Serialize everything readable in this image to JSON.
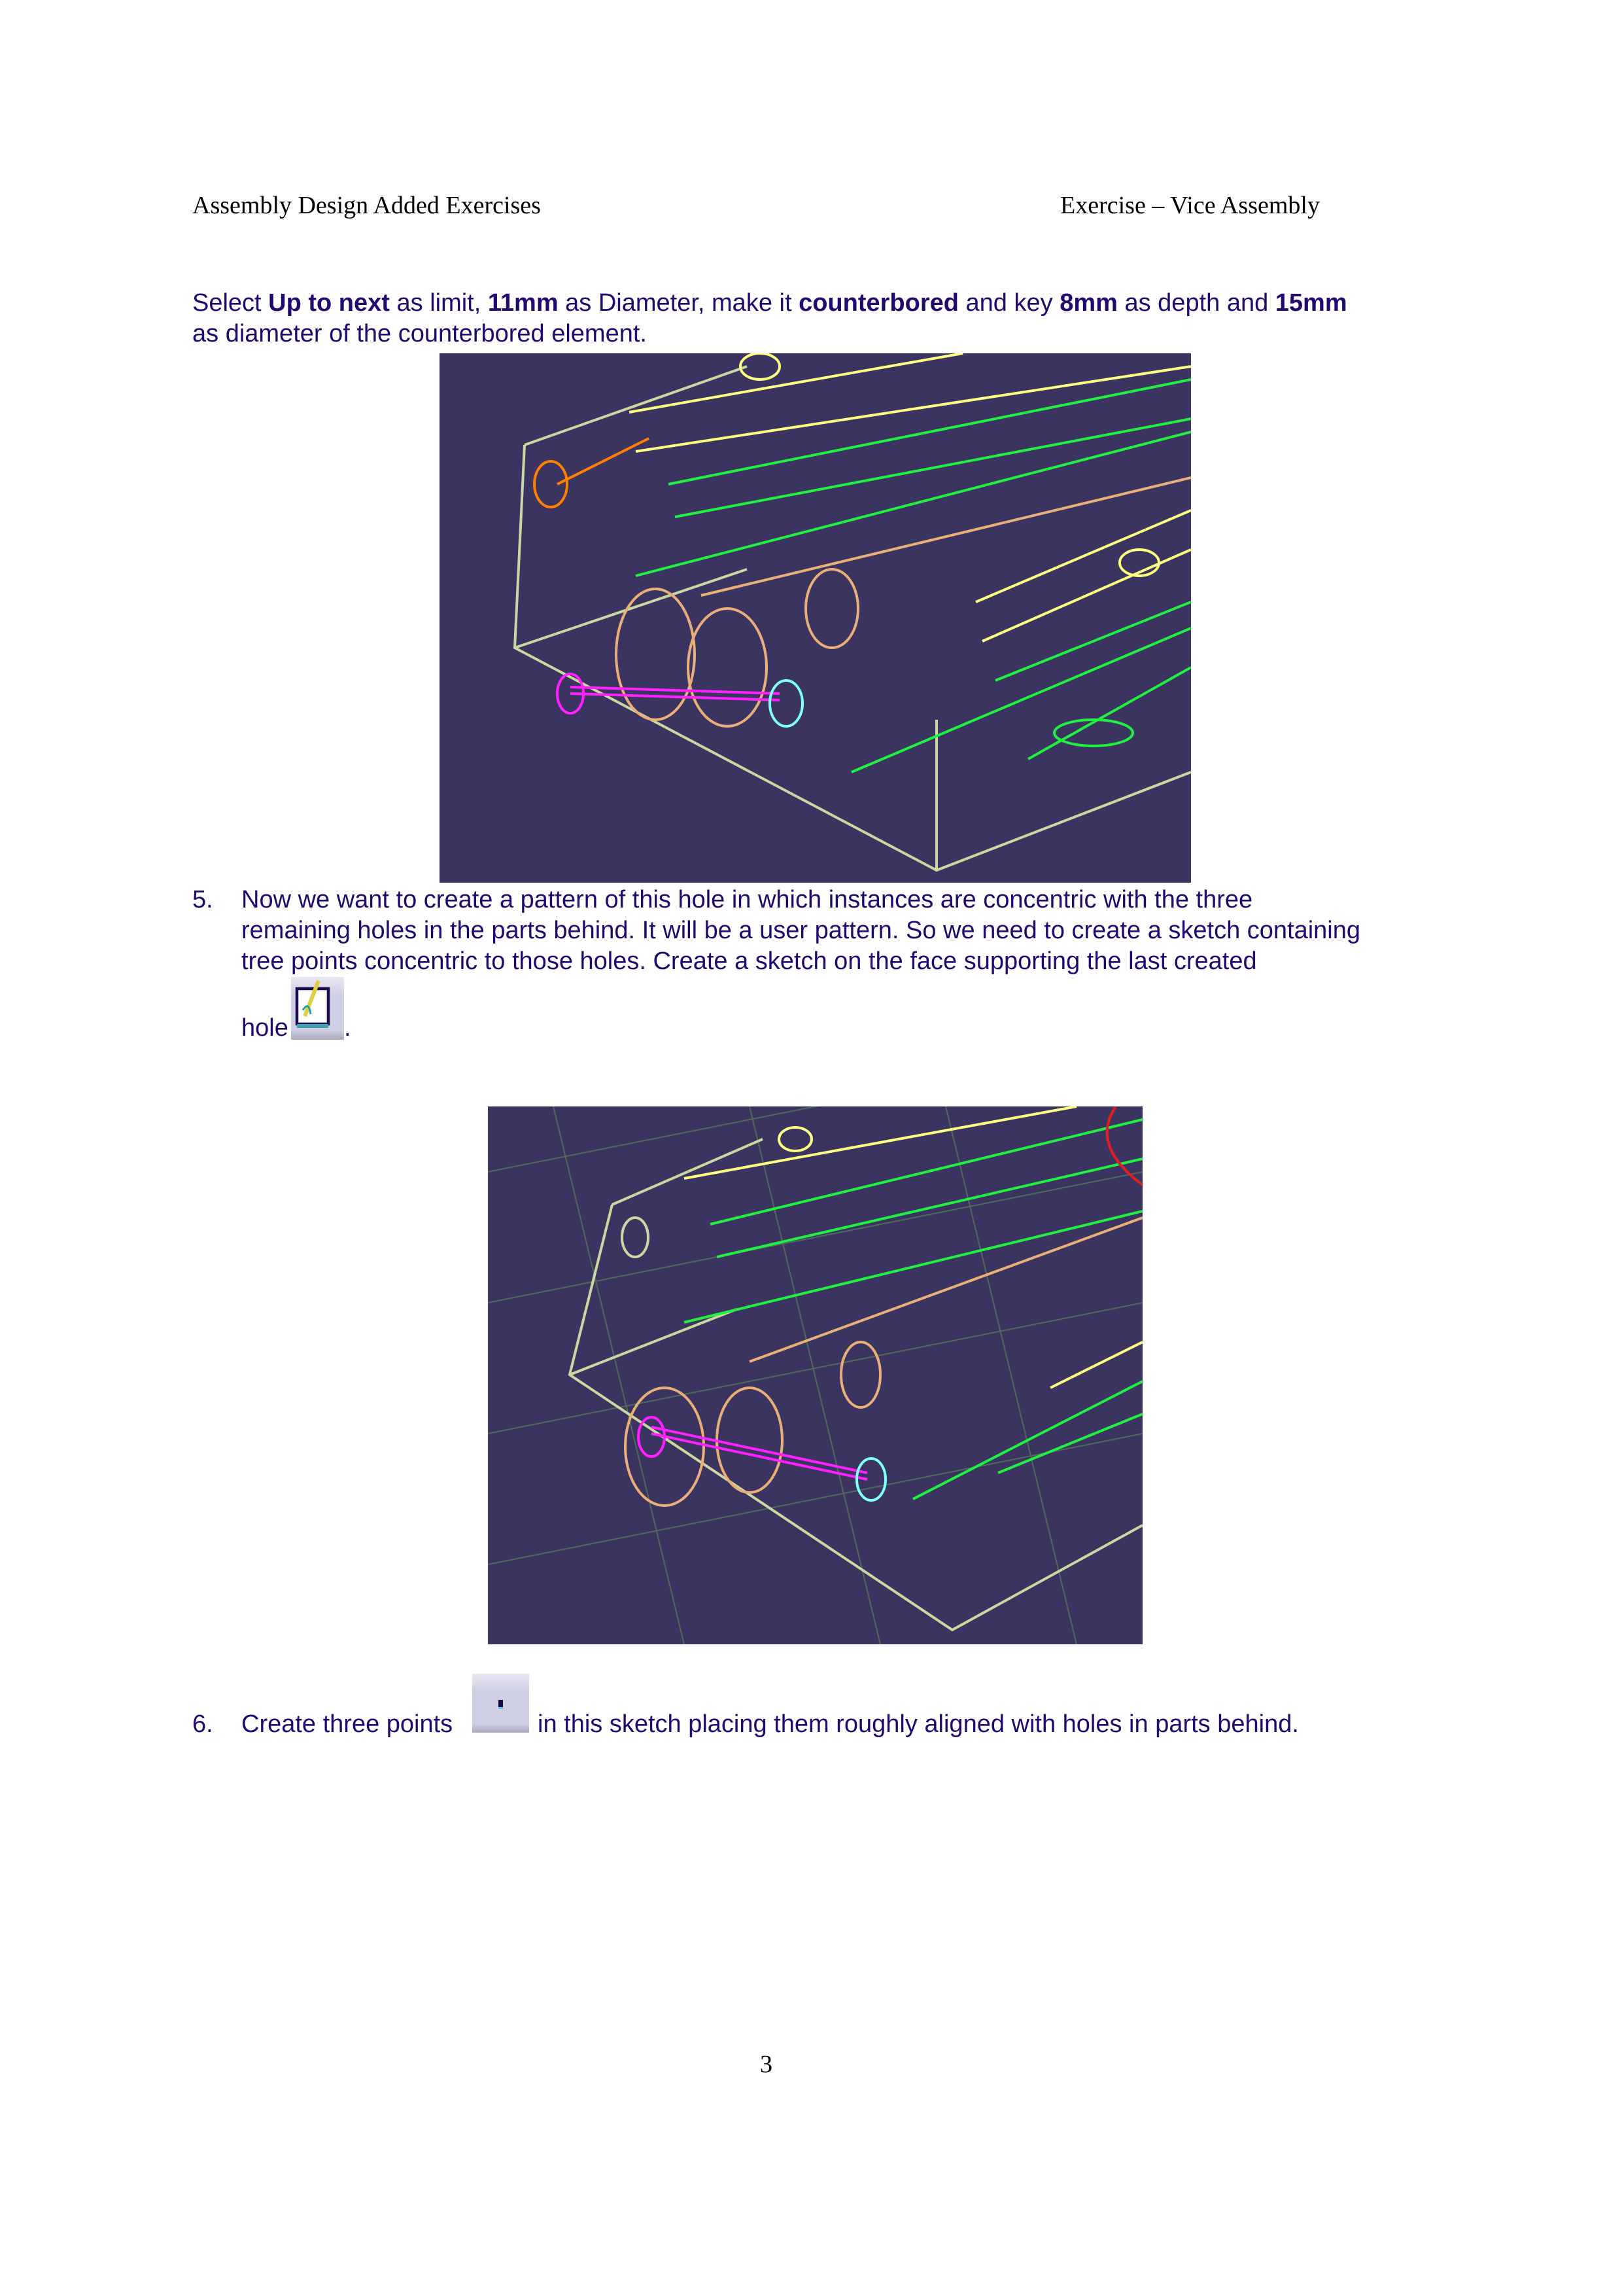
{
  "header": {
    "left": "Assembly Design Added Exercises",
    "right": "Exercise – Vice Assembly"
  },
  "intro": {
    "parts": [
      "Select ",
      "Up to next",
      " as limit, ",
      "11mm",
      " as Diameter, make it ",
      "counterbored",
      " and key ",
      "8mm",
      " as depth and ",
      "15mm"
    ],
    "line2": "as diameter of the counterbored element."
  },
  "step5": {
    "number": "5.",
    "lines": [
      "Now we want to create a pattern of this hole in which instances are concentric with the three",
      "remaining holes in the parts behind. It will be a user pattern. So we need to create a sketch containing",
      "tree points concentric to those holes. Create a sketch on the face supporting the last created"
    ],
    "last_word": "hole",
    "after_icon": ".",
    "icon": "sketcher-icon"
  },
  "step6": {
    "number": "6.",
    "before_icon": "Create three points",
    "after_icon": "in this sketch placing them roughly aligned with holes in parts behind.",
    "icon": "point-icon"
  },
  "page_number": "3",
  "colors": {
    "text": "#23096f",
    "viewport_bg": "#3b3461"
  }
}
